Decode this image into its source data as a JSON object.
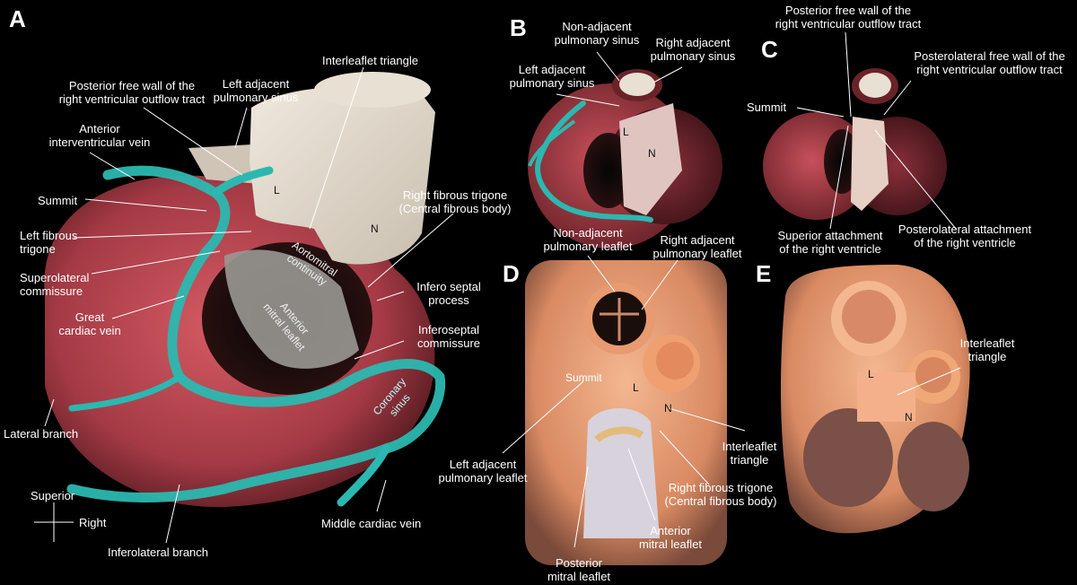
{
  "panels": {
    "a": "A",
    "b": "B",
    "c": "C",
    "d": "D",
    "e": "E"
  },
  "labels": {
    "a_posterior_free_wall": [
      "Posterior free wall of the",
      "right ventricular outflow tract"
    ],
    "a_left_adjacent_sinus": [
      "Left adjacent",
      "pulmonary sinus"
    ],
    "a_interleaflet_triangle": [
      "Interleaflet triangle"
    ],
    "a_anterior_interventricular_vein": [
      "Anterior",
      "interventricular vein"
    ],
    "a_summit": [
      "Summit"
    ],
    "a_left_fibrous_trigone": [
      "Left fibrous",
      "trigone"
    ],
    "a_superolateral_commissure": [
      "Superolateral",
      "commissure"
    ],
    "a_great_cardiac_vein": [
      "Great",
      "cardiac vein"
    ],
    "a_lateral_branch": [
      "Lateral branch"
    ],
    "a_right_fibrous_trigone": [
      "Right fibrous trigone",
      "(Central fibrous body)"
    ],
    "a_infero_septal_process": [
      "Infero septal",
      "process"
    ],
    "a_inferoseptal_commissure": [
      "Inferoseptal",
      "commissure"
    ],
    "a_aortomitral": [
      "Aortomitral",
      "continuity"
    ],
    "a_anterior_mitral": [
      "Anterior",
      "mitral leaflet"
    ],
    "a_coronary_sinus": [
      "Coronary",
      "sinus"
    ],
    "a_middle_cardiac_vein": [
      "Middle cardiac vein"
    ],
    "a_inferolateral_branch": [
      "Inferolateral branch"
    ],
    "a_superior": [
      "Superior"
    ],
    "a_right": [
      "Right"
    ],
    "a_L": [
      "L"
    ],
    "a_N": [
      "N"
    ],
    "b_non_adjacent_sinus": [
      "Non-adjacent",
      "pulmonary sinus"
    ],
    "b_right_adjacent_sinus": [
      "Right adjacent",
      "pulmonary sinus"
    ],
    "b_left_adjacent_sinus": [
      "Left adjacent",
      "pulmonary sinus"
    ],
    "b_L": [
      "L"
    ],
    "b_N": [
      "N"
    ],
    "c_posterior_free_wall": [
      "Posterior free wall of the",
      "right ventricular outflow tract"
    ],
    "c_posterolateral_free_wall": [
      "Posterolateral free wall of the",
      "right ventricular outflow tract"
    ],
    "c_summit": [
      "Summit"
    ],
    "c_superior_attachment": [
      "Superior attachment",
      "of the right ventricle"
    ],
    "c_posterolateral_attachment": [
      "Posterolateral attachment",
      "of the right ventricle"
    ],
    "d_non_adjacent_leaflet": [
      "Non-adjacent",
      "pulmonary leaflet"
    ],
    "d_right_adjacent_leaflet": [
      "Right adjacent",
      "pulmonary leaflet"
    ],
    "d_summit": [
      "Summit"
    ],
    "d_L": [
      "L"
    ],
    "d_N": [
      "N"
    ],
    "d_interleaflet_triangle": [
      "Interleaflet",
      "triangle"
    ],
    "d_left_adjacent_leaflet": [
      "Left adjacent",
      "pulmonary leaflet"
    ],
    "d_right_fibrous_trigone": [
      "Right fibrous trigone",
      "(Central fibrous body)"
    ],
    "d_anterior_mitral": [
      "Anterior",
      "mitral leaflet"
    ],
    "d_posterior_mitral": [
      "Posterior",
      "mitral leaflet"
    ],
    "e_interleaflet_triangle": [
      "Interleaflet",
      "triangle"
    ],
    "e_L": [
      "L"
    ],
    "e_N": [
      "N"
    ]
  },
  "colors": {
    "background": "#000000",
    "myocardium": "#b8454e",
    "vein": "#2bb8b0",
    "aorta": "#e4dcd0",
    "specimen": "#e8a07a"
  }
}
